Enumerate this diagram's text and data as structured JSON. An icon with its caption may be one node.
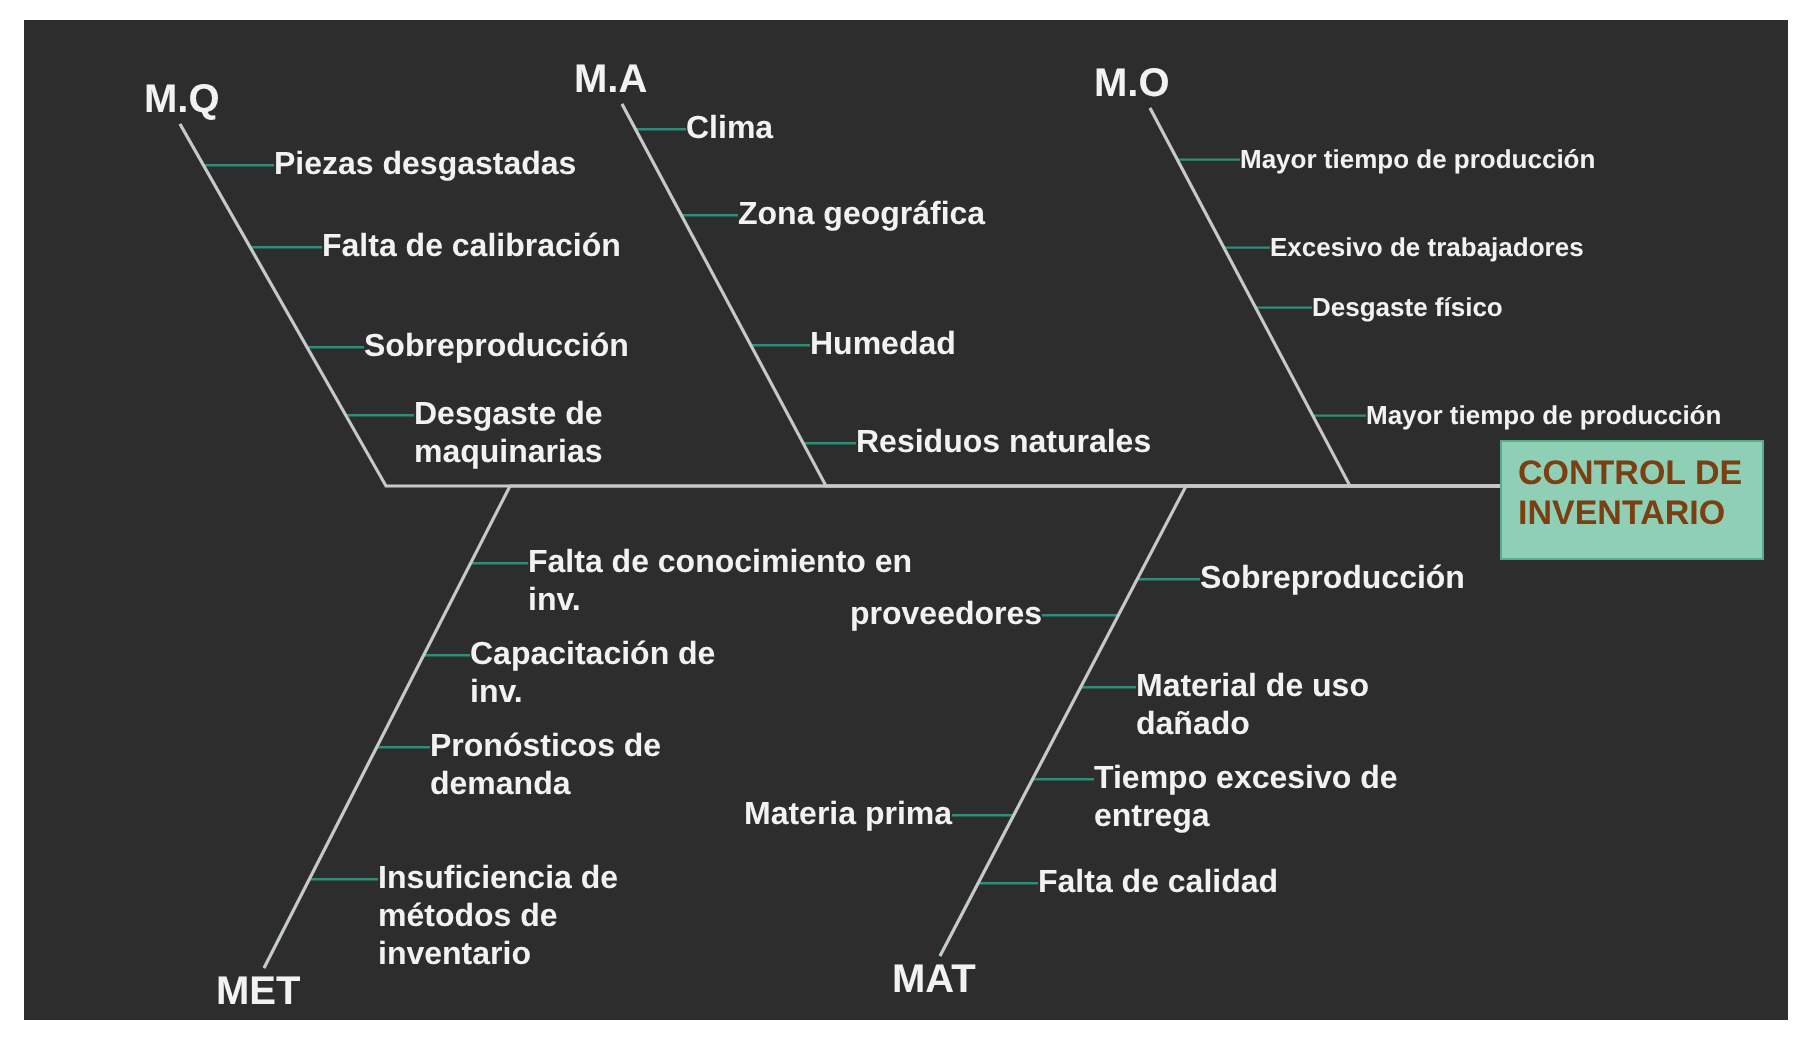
{
  "diagram": {
    "nodes": [
      {
        "text": [
          "M.Q"
        ]
      },
      {
        "text": [
          "Piezas desgastadas"
        ]
      },
      {
        "text": [
          "Falta de calibración"
        ]
      },
      {
        "text": [
          "Sobreproducción"
        ]
      },
      {
        "text": [
          "Desgaste de maquinarias"
        ]
      },
      {
        "text": [
          "M.A"
        ]
      },
      {
        "text": [
          "Clima"
        ]
      },
      {
        "text": [
          "Zona geográfica"
        ]
      },
      {
        "text": [
          "Humedad"
        ]
      },
      {
        "text": [
          "Residuos naturales"
        ]
      },
      {
        "text": [
          "M.O"
        ]
      },
      {
        "text": [
          "Mayor tiempo de producción"
        ]
      },
      {
        "text": [
          "Excesivo de trabajadores"
        ]
      },
      {
        "text": [
          "Desgaste físico"
        ]
      },
      {
        "text": [
          "Mayor tiempo de producción"
        ]
      },
      {
        "text": [
          "CONTROL DE INVENTARIO"
        ]
      },
      {
        "text": [
          "MET"
        ]
      },
      {
        "text": [
          "Falta de conocimiento en inv."
        ]
      },
      {
        "text": [
          "Capacitación de inv."
        ]
      },
      {
        "text": [
          "Pronósticos de demanda"
        ]
      },
      {
        "text": [
          "Insuficiencia de métodos de inventario"
        ]
      },
      {
        "text": [
          "MAT"
        ]
      },
      {
        "text": [
          "proveedores"
        ]
      },
      {
        "text": [
          "Sobreproducción"
        ]
      },
      {
        "text": [
          "Material de uso dañado"
        ]
      },
      {
        "text": [
          "Materia prima"
        ]
      },
      {
        "text": [
          "Tiempo excesivo de entrega"
        ]
      },
      {
        "text": [
          "Falta de calidad"
        ]
      }
    ],
    "edges": [
      {
        "from": 1,
        "to": 0,
        "arrow": "none"
      },
      {
        "from": 2,
        "to": 0,
        "arrow": "none"
      },
      {
        "from": 3,
        "to": 0,
        "arrow": "none"
      },
      {
        "from": 4,
        "to": 0,
        "arrow": "none"
      },
      {
        "from": 0,
        "to": 15,
        "arrow": "none",
        "color": "#c8c8c8"
      },
      {
        "from": 6,
        "to": 5,
        "arrow": "none"
      },
      {
        "from": 7,
        "to": 5,
        "arrow": "none"
      },
      {
        "from": 8,
        "to": 5,
        "arrow": "none"
      },
      {
        "from": 9,
        "to": 5,
        "arrow": "none"
      },
      {
        "from": 5,
        "to": 15,
        "arrow": "none",
        "color": "#c8c8c8"
      },
      {
        "from": 11,
        "to": 10,
        "arrow": "none"
      },
      {
        "from": 12,
        "to": 10,
        "arrow": "none"
      },
      {
        "from": 13,
        "to": 10,
        "arrow": "none"
      },
      {
        "from": 14,
        "to": 10,
        "arrow": "none"
      },
      {
        "from": 10,
        "to": 15,
        "arrow": "none",
        "color": "#c8c8c8"
      },
      {
        "from": 17,
        "to": 16,
        "arrow": "none"
      },
      {
        "from": 18,
        "to": 16,
        "arrow": "none"
      },
      {
        "from": 19,
        "to": 16,
        "arrow": "none"
      },
      {
        "from": 20,
        "to": 16,
        "arrow": "none"
      },
      {
        "from": 16,
        "to": 15,
        "arrow": "none",
        "color": "#c8c8c8"
      },
      {
        "from": 22,
        "to": 21,
        "arrow": "none"
      },
      {
        "from": 23,
        "to": 21,
        "arrow": "none"
      },
      {
        "from": 24,
        "to": 21,
        "arrow": "none"
      },
      {
        "from": 25,
        "to": 21,
        "arrow": "none"
      },
      {
        "from": 26,
        "to": 21,
        "arrow": "none"
      },
      {
        "from": 27,
        "to": 21,
        "arrow": "none"
      },
      {
        "from": 21,
        "to": 15,
        "arrow": "none",
        "color": "#c8c8c8"
      }
    ]
  }
}
